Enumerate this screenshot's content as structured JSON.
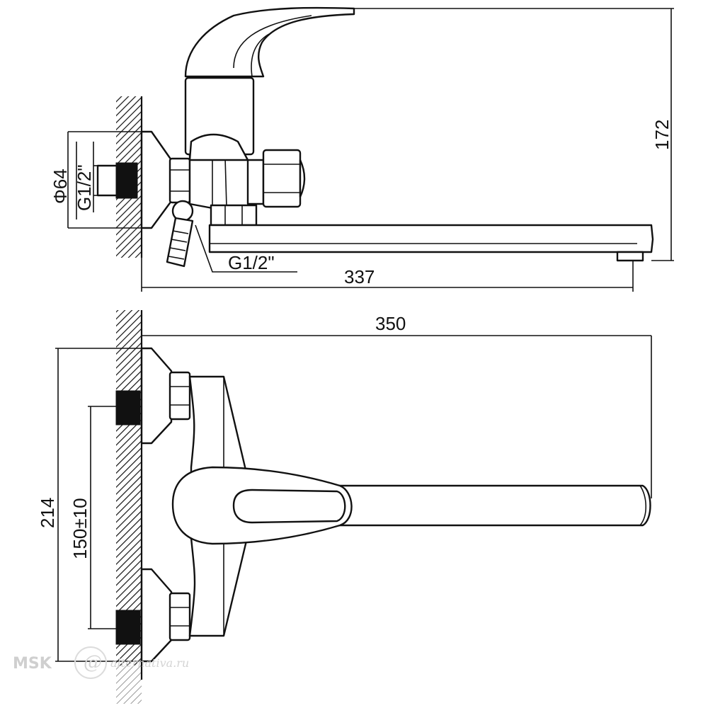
{
  "dimensions": {
    "top_view": {
      "height": "172",
      "diameter": "Φ64",
      "inlet_thread": "G1/2\"",
      "hose_thread": "G1/2\"",
      "spout_reach": "337"
    },
    "bottom_view": {
      "total_length": "350",
      "total_width": "214",
      "center_distance": "150±10"
    }
  },
  "watermark": {
    "brand": "MSK",
    "at_symbol": "@",
    "site": "alternativa.ru"
  }
}
